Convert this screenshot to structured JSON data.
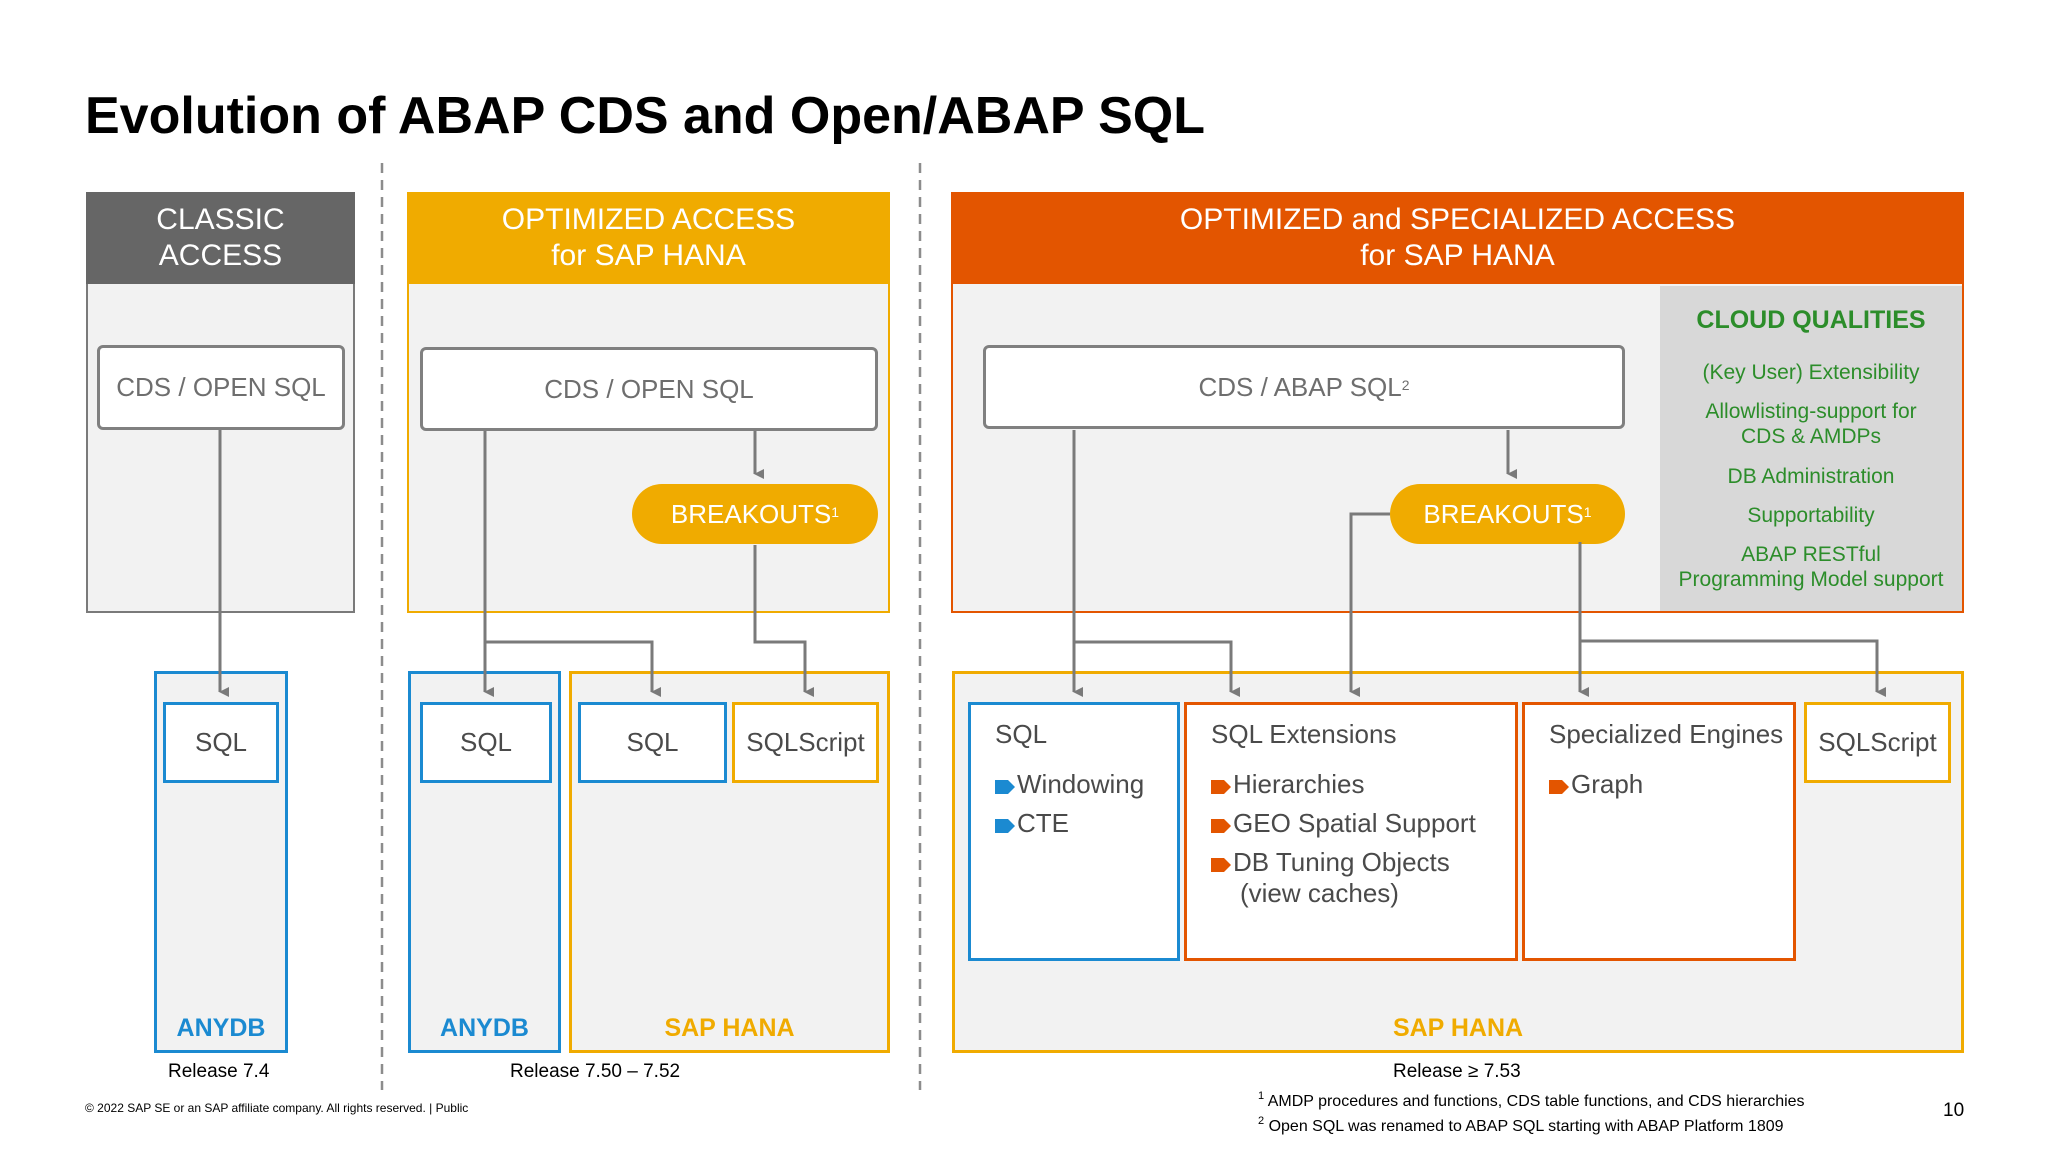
{
  "title": "Evolution of ABAP CDS and Open/ABAP SQL",
  "colors": {
    "classic_gray": "#666666",
    "optimized_yellow": "#f0ab00",
    "specialized_orange": "#e35500",
    "anydb_blue": "#1b8ad1",
    "cloud_green": "#2c8d2a"
  },
  "columns": [
    {
      "header": [
        "CLASSIC",
        "ACCESS"
      ],
      "cds_label": "CDS / OPEN SQL",
      "db_label": "ANYDB",
      "sql_label": "SQL",
      "release": "Release 7.4"
    },
    {
      "header": [
        "OPTIMIZED ACCESS",
        "for SAP HANA"
      ],
      "cds_label": "CDS / OPEN SQL",
      "breakouts": "BREAKOUTS",
      "breakouts_note": "1",
      "anydb": {
        "label": "ANYDB",
        "sql_label": "SQL"
      },
      "hana": {
        "label": "SAP HANA",
        "sql_label": "SQL",
        "sqlscript_label": "SQLScript"
      },
      "release": "Release 7.50 – 7.52"
    },
    {
      "header": [
        "OPTIMIZED and SPECIALIZED ACCESS",
        "for SAP HANA"
      ],
      "cds_label": "CDS / ABAP SQL",
      "cds_note": "2",
      "breakouts": "BREAKOUTS",
      "breakouts_note": "1",
      "cloud": {
        "title": "CLOUD QUALITIES",
        "items": [
          [
            "(Key User) Extensibility"
          ],
          [
            "Allowlisting-support for",
            "CDS & AMDPs"
          ],
          [
            "DB Administration"
          ],
          [
            "Supportability"
          ],
          [
            "ABAP RESTful",
            "Programming Model support"
          ]
        ]
      },
      "hana_label": "SAP HANA",
      "sql_box": {
        "title": "SQL",
        "items": [
          "Windowing",
          "CTE"
        ]
      },
      "ext_box": {
        "title": "SQL Extensions",
        "items": [
          "Hierarchies",
          "GEO Spatial Support",
          "DB Tuning Objects",
          "(view caches)"
        ]
      },
      "eng_box": {
        "title": "Specialized Engines",
        "items": [
          "Graph"
        ]
      },
      "sqlscript_label": "SQLScript",
      "release": "Release ≥ 7.53"
    }
  ],
  "footer": {
    "copyright": "© 2022 SAP SE or an SAP affiliate company. All rights reserved. | Public",
    "page_number": "10",
    "footnotes": [
      {
        "mark": "1",
        "text": "AMDP procedures and functions, CDS table functions, and CDS hierarchies"
      },
      {
        "mark": "2",
        "text": "Open SQL was renamed to ABAP SQL starting with ABAP Platform 1809"
      }
    ]
  }
}
